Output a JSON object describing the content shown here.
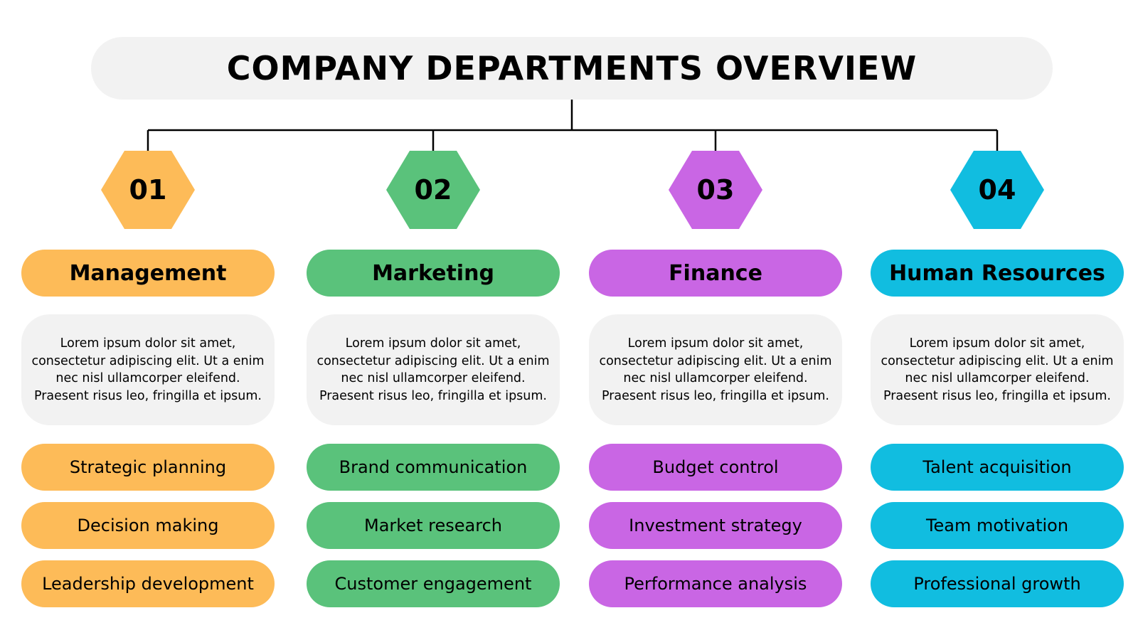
{
  "title": "COMPANY DEPARTMENTS OVERVIEW",
  "departments": [
    {
      "number": "01",
      "name": "Management",
      "color": "#fdbb58",
      "description": "Lorem ipsum dolor sit amet, consectetur adipiscing elit. Ut a enim nec nisl ullamcorper eleifend. Praesent risus leo, fringilla et ipsum.",
      "tasks": [
        "Strategic planning",
        "Decision making",
        "Leadership development"
      ]
    },
    {
      "number": "02",
      "name": "Marketing",
      "color": "#5ac27b",
      "description": "Lorem ipsum dolor sit amet, consectetur adipiscing elit. Ut a enim nec nisl ullamcorper eleifend. Praesent risus leo, fringilla et ipsum.",
      "tasks": [
        "Brand communication",
        "Market research",
        "Customer engagement"
      ]
    },
    {
      "number": "03",
      "name": "Finance",
      "color": "#c966e4",
      "description": "Lorem ipsum dolor sit amet, consectetur adipiscing elit. Ut a enim nec nisl ullamcorper eleifend. Praesent risus leo, fringilla et ipsum.",
      "tasks": [
        "Budget control",
        "Investment strategy",
        "Performance analysis"
      ]
    },
    {
      "number": "04",
      "name": "Human Resources",
      "color": "#11bde0",
      "description": "Lorem ipsum dolor sit amet, consectetur adipiscing elit. Ut a enim nec nisl ullamcorper eleifend. Praesent risus leo, fringilla et ipsum.",
      "tasks": [
        "Talent acquisition",
        "Team motivation",
        "Professional growth"
      ]
    }
  ],
  "colors": {
    "title_background": "#f2f2f2",
    "description_background": "#f2f2f2",
    "connector_line": "#000000"
  }
}
